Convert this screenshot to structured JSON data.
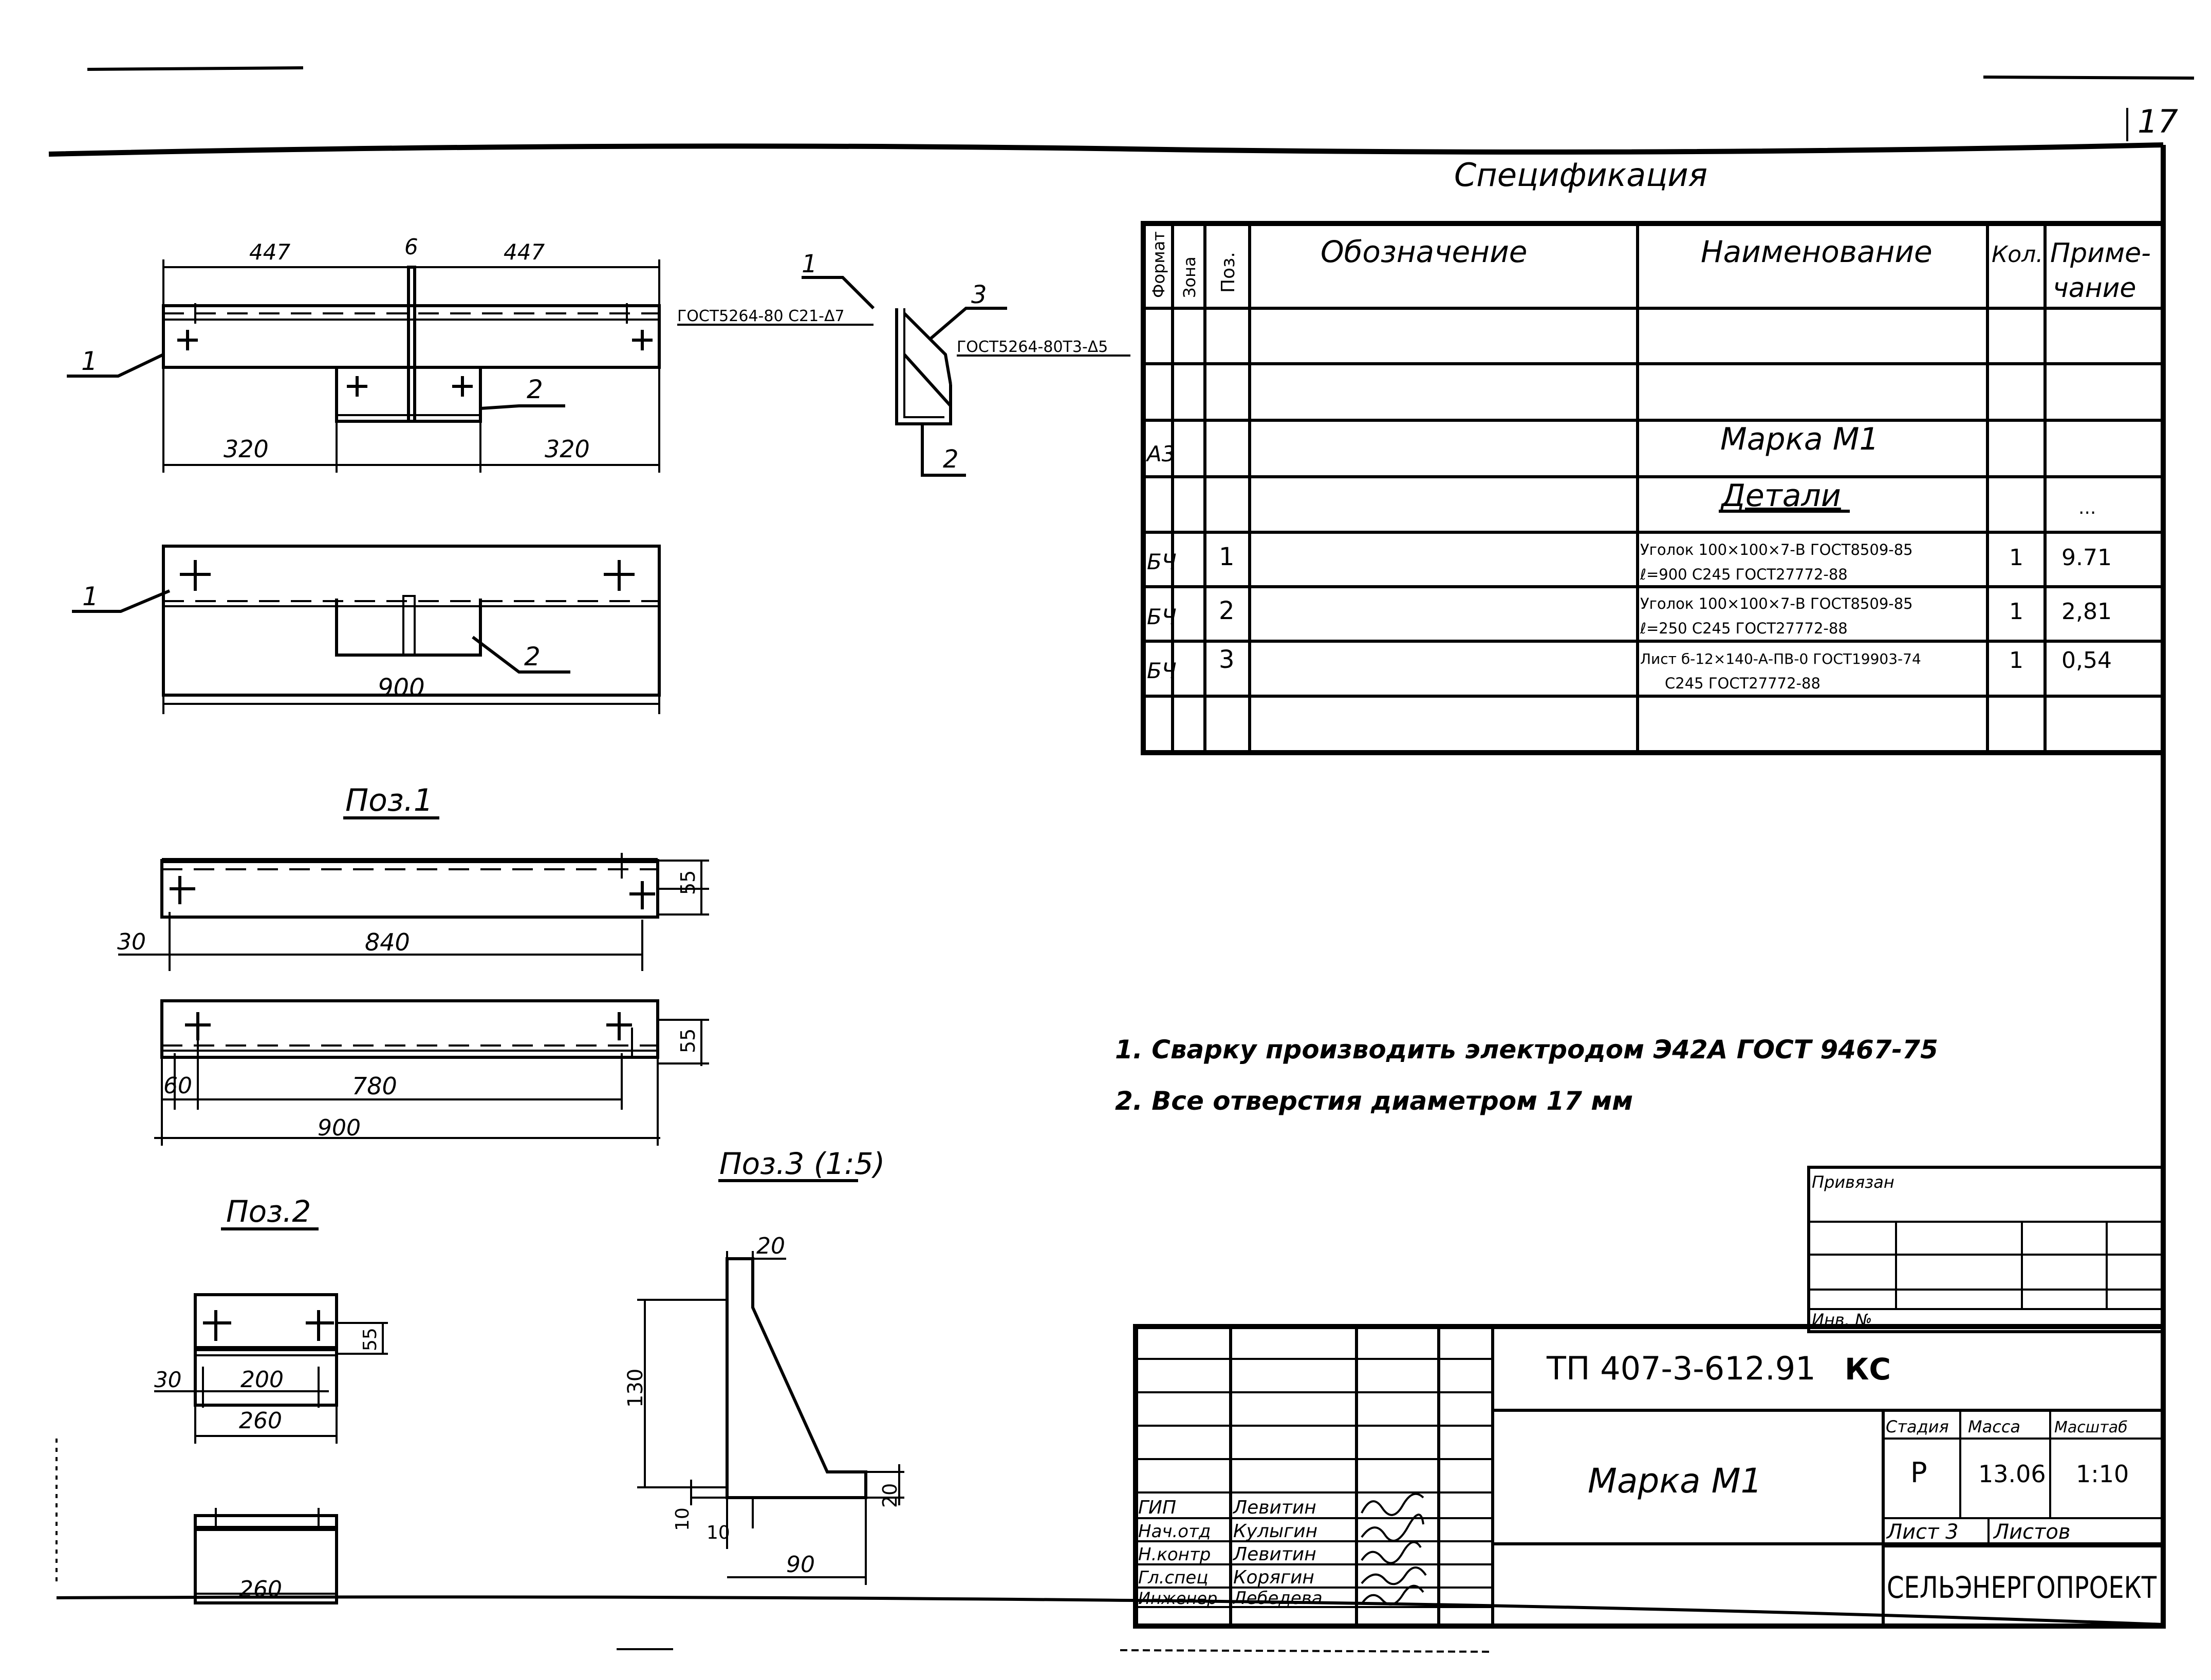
{
  "page_number": "17",
  "spec": {
    "title": "Спецификация",
    "headers": {
      "format": "Формат",
      "zone": "Зона",
      "pos": "Поз.",
      "designation": "Обозначение",
      "name": "Наименование",
      "qty": "Кол.",
      "note_line1": "Приме-",
      "note_line2": "чание"
    },
    "mark_row": {
      "format": "А3",
      "name": "Марка М1"
    },
    "section_row": {
      "name": "Детали",
      "note": "..."
    },
    "rows": [
      {
        "format": "БЧ",
        "pos": "1",
        "name_line1": "Уголок 100×100×7-В ГОСТ8509-85",
        "name_line2": "ℓ=900   С245 ГОСТ27772-88",
        "qty": "1",
        "note": "9.71"
      },
      {
        "format": "БЧ",
        "pos": "2",
        "name_line1": "Уголок 100×100×7-В ГОСТ8509-85",
        "name_line2": "ℓ=250   С245 ГОСТ27772-88",
        "qty": "1",
        "note": "2,81"
      },
      {
        "format": "БЧ",
        "pos": "3",
        "name_line1": "Лист б-12×140-А-ПВ-0 ГОСТ19903-74",
        "name_line2": "С245 ГОСТ27772-88",
        "qty": "1",
        "note": "0,54"
      }
    ]
  },
  "notes": [
    "1. Сварку производить электродом Э42А ГОСТ 9467-75",
    "2. Все отверстия диаметром 17 мм"
  ],
  "drawings": {
    "assembly_top": {
      "dim_left": "447",
      "dim_mid": "6",
      "dim_right": "447",
      "dim_bl": "320",
      "dim_br": "320",
      "call1": "1",
      "call2": "2"
    },
    "assembly_bottom": {
      "dim_total": "900",
      "call1": "1",
      "call2": "2"
    },
    "section": {
      "call1": "1",
      "call2": "2",
      "call3": "3",
      "weld1": "ГОСТ5264-80 С21-Δ7",
      "weld2": "ГОСТ5264-80Т3-Δ5"
    },
    "pos1": {
      "title": "Поз.1",
      "d55a": "55",
      "d30": "30",
      "d840": "840",
      "d55b": "55",
      "d60": "60",
      "d780": "780",
      "d900": "900"
    },
    "pos2": {
      "title": "Поз.2",
      "d55": "55",
      "d30": "30",
      "d200": "200",
      "d260a": "260",
      "d260b": "260"
    },
    "pos3": {
      "title": "Поз.3 (1:5)",
      "d20top": "20",
      "d130": "130",
      "d10a": "10",
      "d10b": "10",
      "d90": "90",
      "d20r": "20"
    }
  },
  "title_block": {
    "binding_label": "Привязан",
    "inv_label": "Инв. №",
    "code": "ТП 407-3-612.91",
    "code_suffix": "КС",
    "sheet_title": "Марка М1",
    "stage_label": "Стадия",
    "mass_label": "Масса",
    "scale_label": "Масштаб",
    "stage": "Р",
    "mass": "13.06",
    "scale": "1:10",
    "sheet_label": "Лист 3",
    "sheets_label": "Листов",
    "org": "СЕЛЬЭНЕРГОПРОЕКТ",
    "signatures": [
      {
        "role": "ГИП",
        "name": "Левитин"
      },
      {
        "role": "Нач.отд",
        "name": "Кулыгин"
      },
      {
        "role": "Н.контр",
        "name": "Левитин"
      },
      {
        "role": "Гл.спец",
        "name": "Корягин"
      },
      {
        "role": "Инженер",
        "name": "Лебедева"
      }
    ]
  }
}
